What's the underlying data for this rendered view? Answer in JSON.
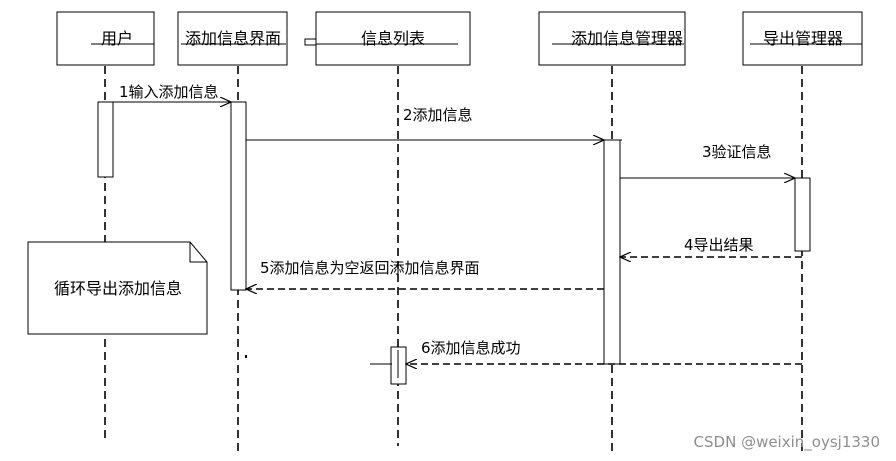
{
  "participants": [
    {
      "id": "user",
      "label": "用户"
    },
    {
      "id": "add_ui",
      "label": "添加信息界面"
    },
    {
      "id": "info_list",
      "label": "信息列表"
    },
    {
      "id": "add_mgr",
      "label": "添加信息管理器"
    },
    {
      "id": "export_mgr",
      "label": "导出管理器"
    }
  ],
  "messages": [
    {
      "id": "m1",
      "label": "1输入添加信息"
    },
    {
      "id": "m2",
      "label": "2添加信息"
    },
    {
      "id": "m3",
      "label": "3验证信息"
    },
    {
      "id": "m4",
      "label": "4导出结果"
    },
    {
      "id": "m5",
      "label": "5添加信息为空返回添加信息界面"
    },
    {
      "id": "m6",
      "label": "6添加信息成功"
    }
  ],
  "note": {
    "label": "循环导出添加信息"
  },
  "watermark": "CSDN @weixin_oysj1330"
}
